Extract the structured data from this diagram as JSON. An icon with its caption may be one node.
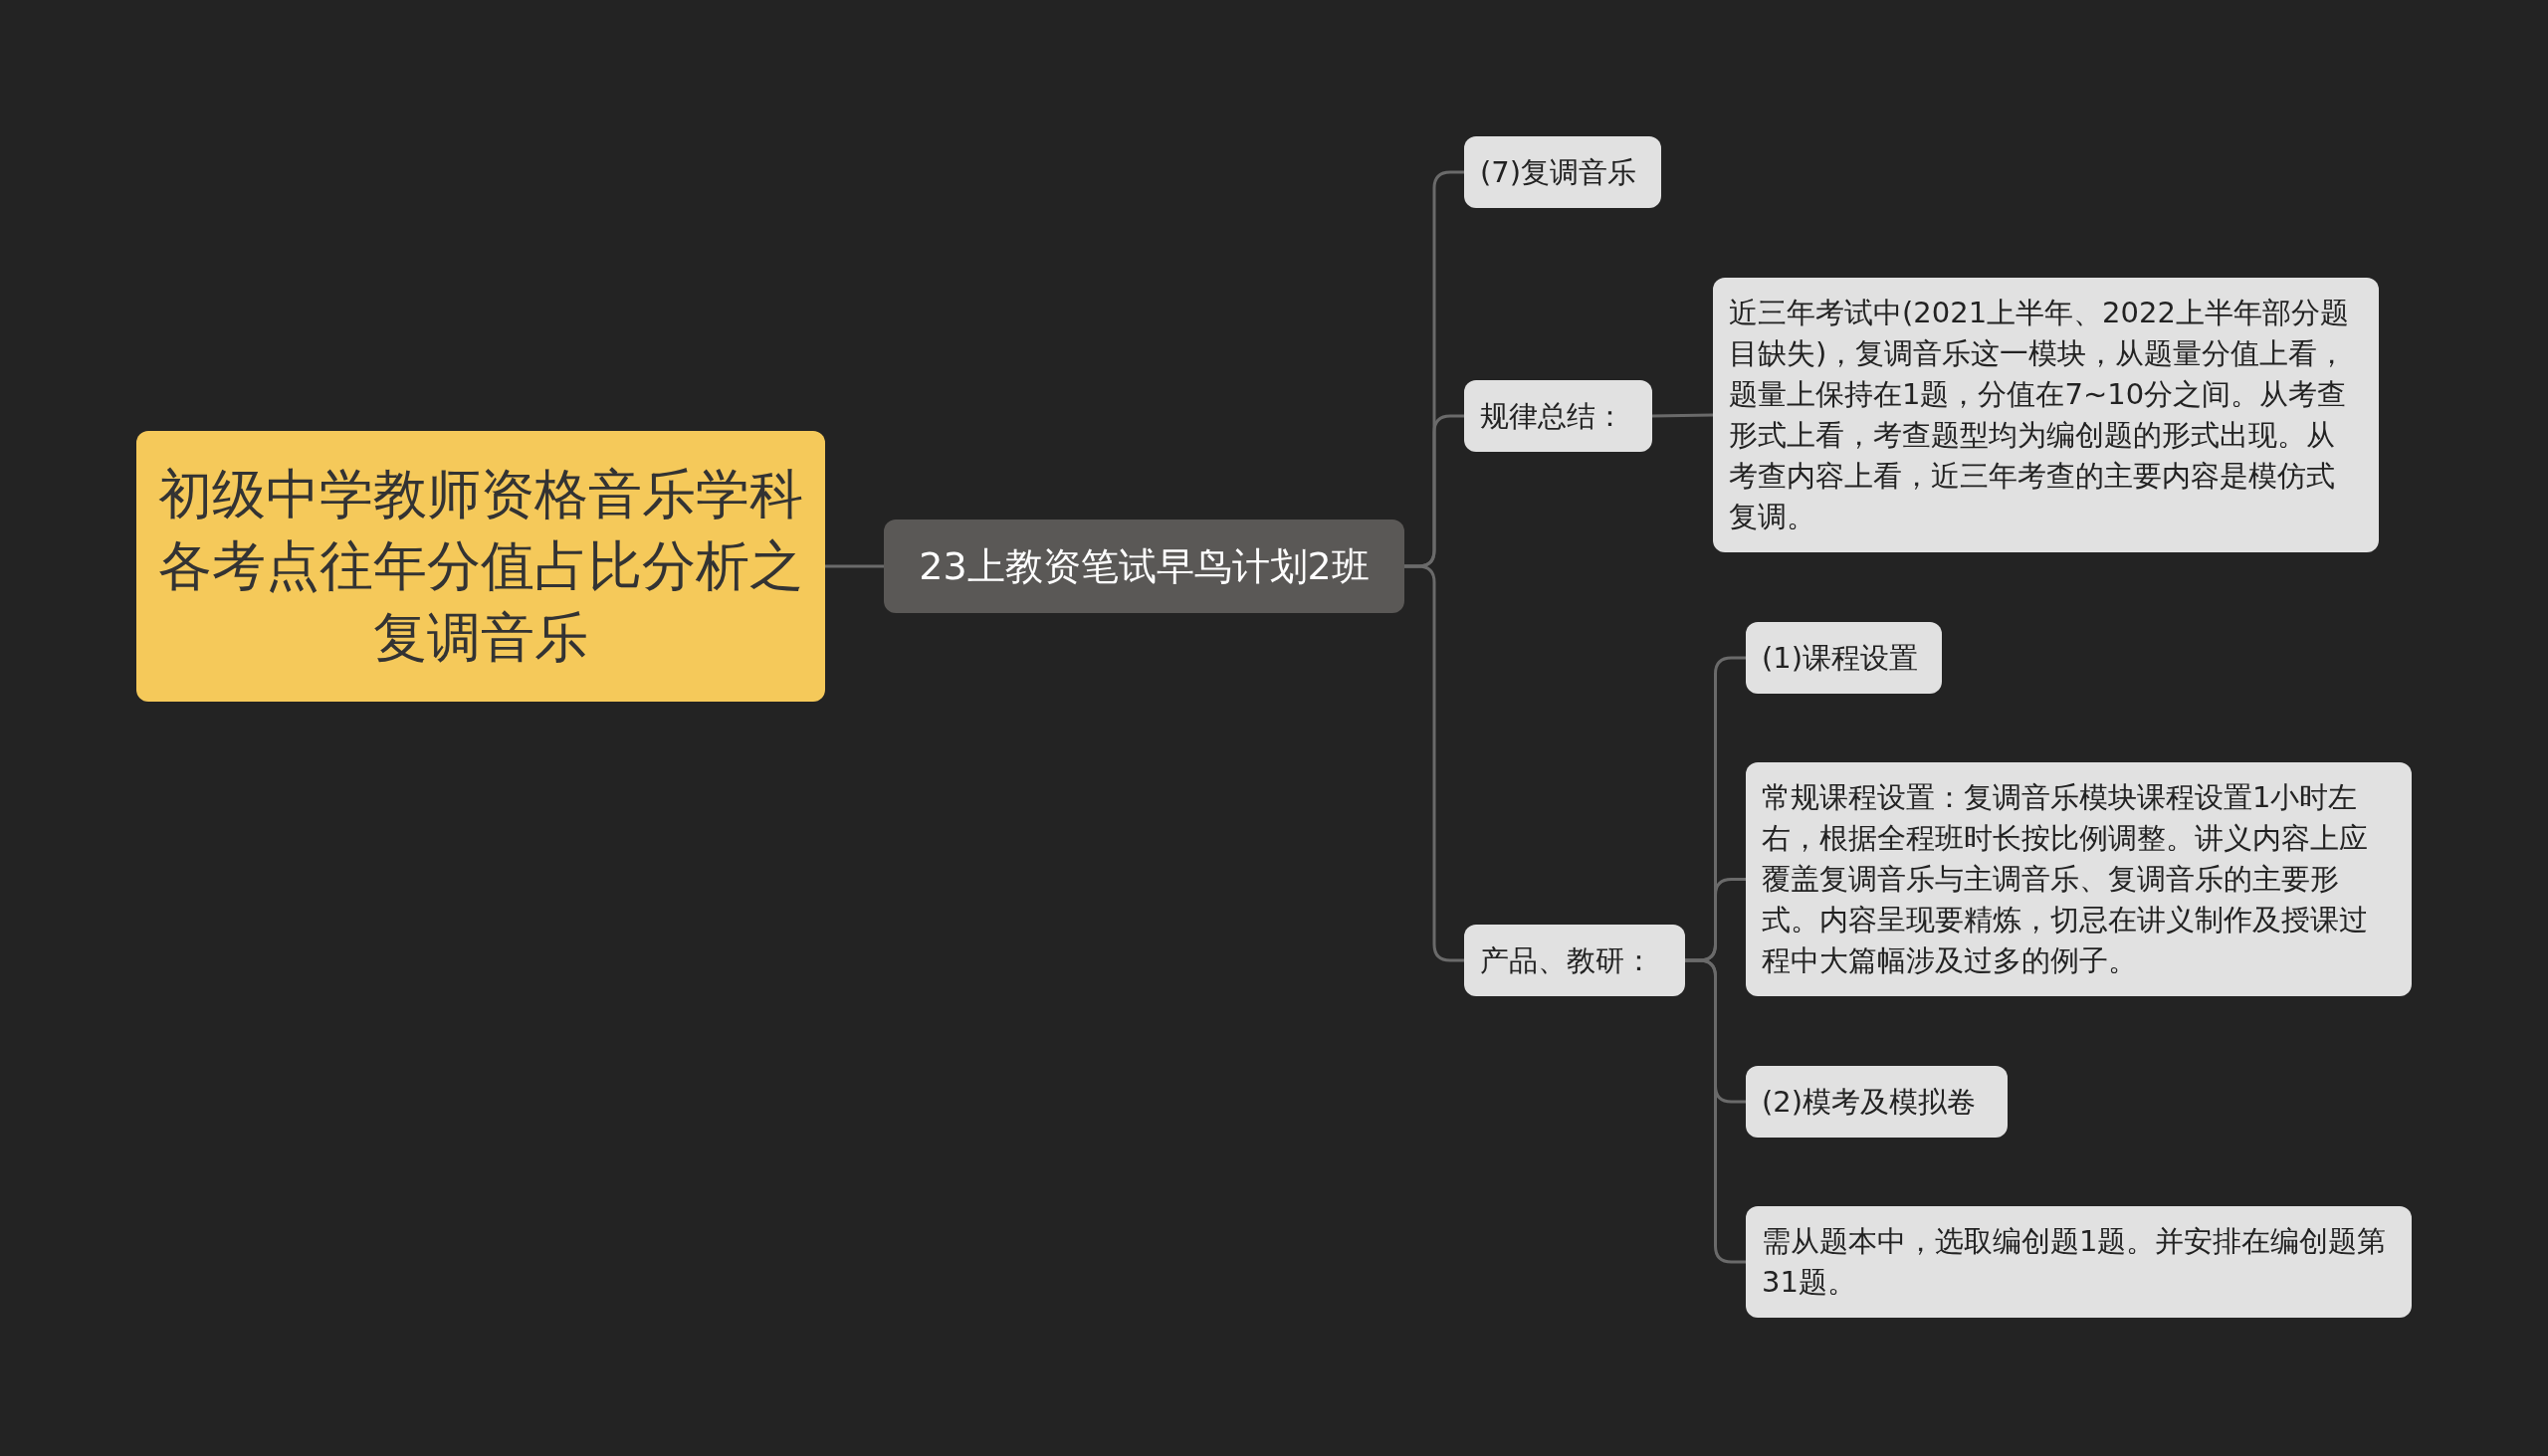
{
  "diagram": {
    "nodes": [
      {
        "text": [
          "初级中学教师资格音乐学科各考点往年分值占比分析之复调音乐"
        ]
      },
      {
        "text": [
          "23上教资笔试早鸟计划2班"
        ]
      },
      {
        "text": [
          "(7)复调音乐"
        ]
      },
      {
        "text": [
          "规律总结："
        ]
      },
      {
        "text": [
          "近三年考试中(2021上半年、2022上半年部分题目缺失)，复调音乐这一模块，从题量分值上看，题量上保持在1题，分值在7~10分之间。从考查形式上看，考查题型均为编创题的形式出现。从考查内容上看，近三年考查的主要内容是模仿式复调。"
        ]
      },
      {
        "text": [
          "产品、教研："
        ]
      },
      {
        "text": [
          "(1)课程设置"
        ]
      },
      {
        "text": [
          "常规课程设置：复调音乐模块课程设置1小时左右，根据全程班时长按比例调整。讲义内容上应覆盖复调音乐与主调音乐、复调音乐的主要形式。内容呈现要精炼，切忌在讲义制作及授课过程中大篇幅涉及过多的例子。"
        ]
      },
      {
        "text": [
          "(2)模考及模拟卷"
        ]
      },
      {
        "text": [
          "需从题本中，选取编创题1题。并安排在编创题第31题。"
        ]
      }
    ],
    "edges": [
      {
        "from": 0,
        "to": 1,
        "arrow": "none"
      },
      {
        "from": 1,
        "to": 2,
        "arrow": "none"
      },
      {
        "from": 1,
        "to": 3,
        "arrow": "none"
      },
      {
        "from": 1,
        "to": 5,
        "arrow": "none"
      },
      {
        "from": 3,
        "to": 4,
        "arrow": "none"
      },
      {
        "from": 5,
        "to": 6,
        "arrow": "none"
      },
      {
        "from": 5,
        "to": 7,
        "arrow": "none"
      },
      {
        "from": 5,
        "to": 8,
        "arrow": "none"
      },
      {
        "from": 5,
        "to": 9,
        "arrow": "none"
      }
    ]
  }
}
